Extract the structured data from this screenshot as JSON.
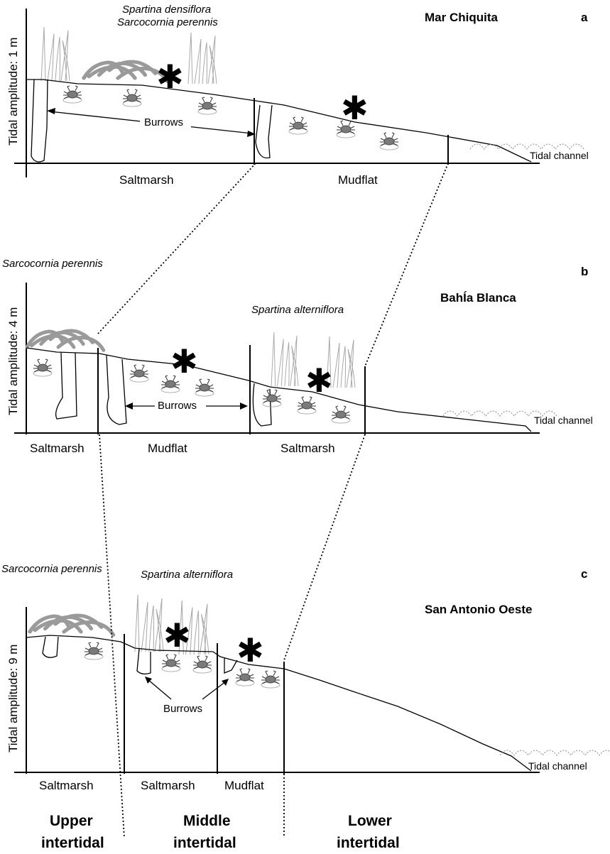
{
  "panels": {
    "a": {
      "letter": "a",
      "site": "Mar Chiquita",
      "ylabel": "Tidal amplitude: 1 m",
      "species1": "Spartina densiflora",
      "species2": "Sarcocornia perennis",
      "burrows": "Burrows",
      "zone1": "Saltmarsh",
      "zone2": "Mudflat",
      "channel": "Tidal channel"
    },
    "b": {
      "letter": "b",
      "site": "BahÍa Blanca",
      "ylabel": "Tidal amplitude: 4 m",
      "species1": "Sarcocornia perennis",
      "species2": "Spartina alterniflora",
      "burrows": "Burrows",
      "zone1": "Saltmarsh",
      "zone2": "Mudflat",
      "zone3": "Saltmarsh",
      "channel": "Tidal channel"
    },
    "c": {
      "letter": "c",
      "site": "San Antonio Oeste",
      "ylabel": "Tidal amplitude: 9 m",
      "species1": "Sarcocornia perennis",
      "species2": "Spartina alterniflora",
      "burrows": "Burrows",
      "zone1": "Saltmarsh",
      "zone2": "Saltmarsh",
      "zone3": "Mudflat",
      "channel": "Tidal channel"
    }
  },
  "intertidal": {
    "upper_line1": "Upper",
    "upper_line2": "intertidal",
    "middle_line1": "Middle",
    "middle_line2": "intertidal",
    "lower_line1": "Lower",
    "lower_line2": "intertidal"
  },
  "symbols": {
    "asterisk": "✱"
  }
}
